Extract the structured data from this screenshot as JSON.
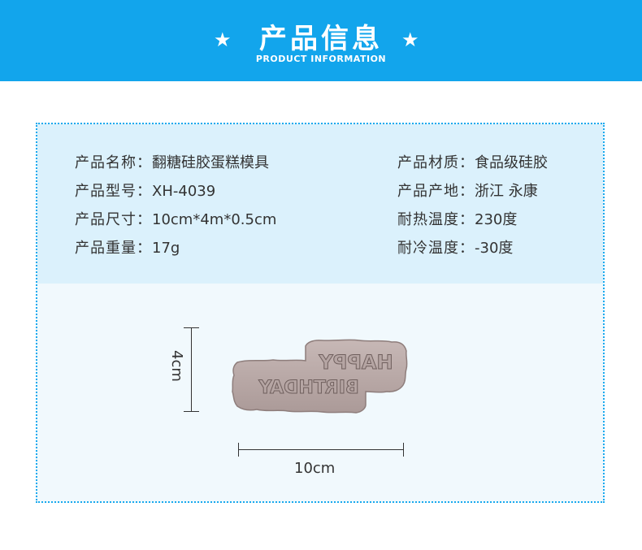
{
  "header": {
    "title": "产品信息",
    "subtitle": "PRODUCT INFORMATION",
    "star_glyph": "★"
  },
  "specs": {
    "left": [
      {
        "label": "产品名称：",
        "value": "翻糖硅胶蛋糕模具"
      },
      {
        "label": "产品型号：",
        "value": "XH-4039"
      },
      {
        "label": "产品尺寸：",
        "value": "10cm*4m*0.5cm"
      },
      {
        "label": "产品重量：",
        "value": "17g"
      }
    ],
    "right": [
      {
        "label": "产品材质：",
        "value": "食品级硅胶"
      },
      {
        "label": "产品产地：",
        "value": "浙江 永康"
      },
      {
        "label": "耐热温度：",
        "value": "230度"
      },
      {
        "label": "耐冷温度：",
        "value": "-30度"
      }
    ]
  },
  "product_image": {
    "top_text": "HAPPY",
    "bottom_text": "BIRTHDAY"
  },
  "dimensions": {
    "height_label": "4cm",
    "width_label": "10cm"
  },
  "colors": {
    "banner": "#12a5ec",
    "panel_border": "#1aa9ee",
    "panel_top": "#dbf1fc",
    "panel_bottom": "#f1f9fd",
    "mold": "#b9a9a7"
  }
}
